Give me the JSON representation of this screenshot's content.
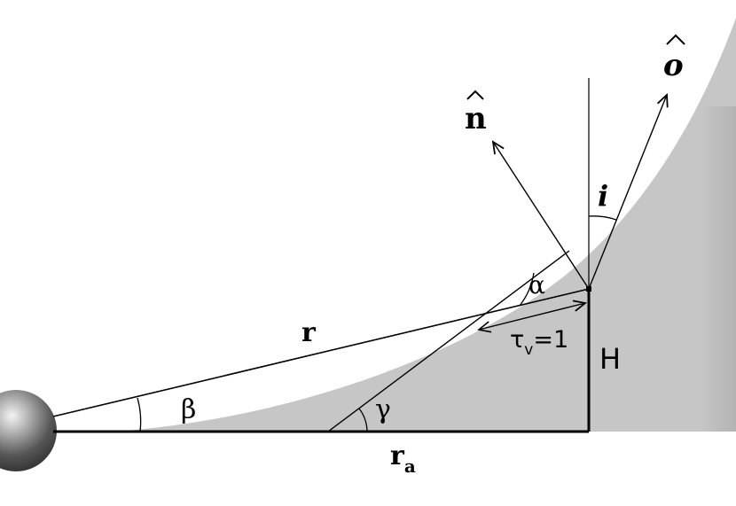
{
  "diagram": {
    "labels": {
      "r": "r",
      "r_a_main": "r",
      "r_a_sub": "a",
      "H": "H",
      "alpha": "α",
      "beta": "β",
      "gamma": "γ",
      "tau_main": "τ",
      "tau_sub": "v",
      "tau_value": "=1",
      "n_hat": "n",
      "o_hat": "o",
      "i": "i"
    },
    "colors": {
      "disk": "#c6c6c6",
      "disk_edge": "#a9a9a9",
      "lines": "#000000",
      "background": "#ffffff"
    }
  }
}
